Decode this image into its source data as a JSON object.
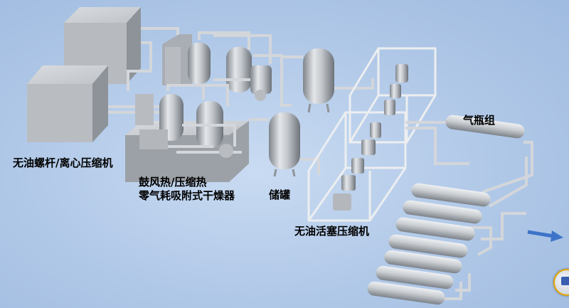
{
  "labels": {
    "compressor": "无油螺杆/离心压缩机",
    "dryer_line1": "鼓风热/压缩热",
    "dryer_line2": "零气耗吸附式干燥器",
    "tank": "储罐",
    "piston": "无油活塞压缩机",
    "bottles": "气瓶组"
  },
  "colors": {
    "background": "#b4cbe9",
    "equipment": "#c3c7cc",
    "equipment_shadow": "#8f949a",
    "pipe": "#d3d6da",
    "frame": "#eceef0",
    "flow_arrow": "#3d74c9"
  },
  "icons": {
    "flow_arrow": "right-arrow-icon",
    "view_cube": "navigation-cube-icon"
  }
}
